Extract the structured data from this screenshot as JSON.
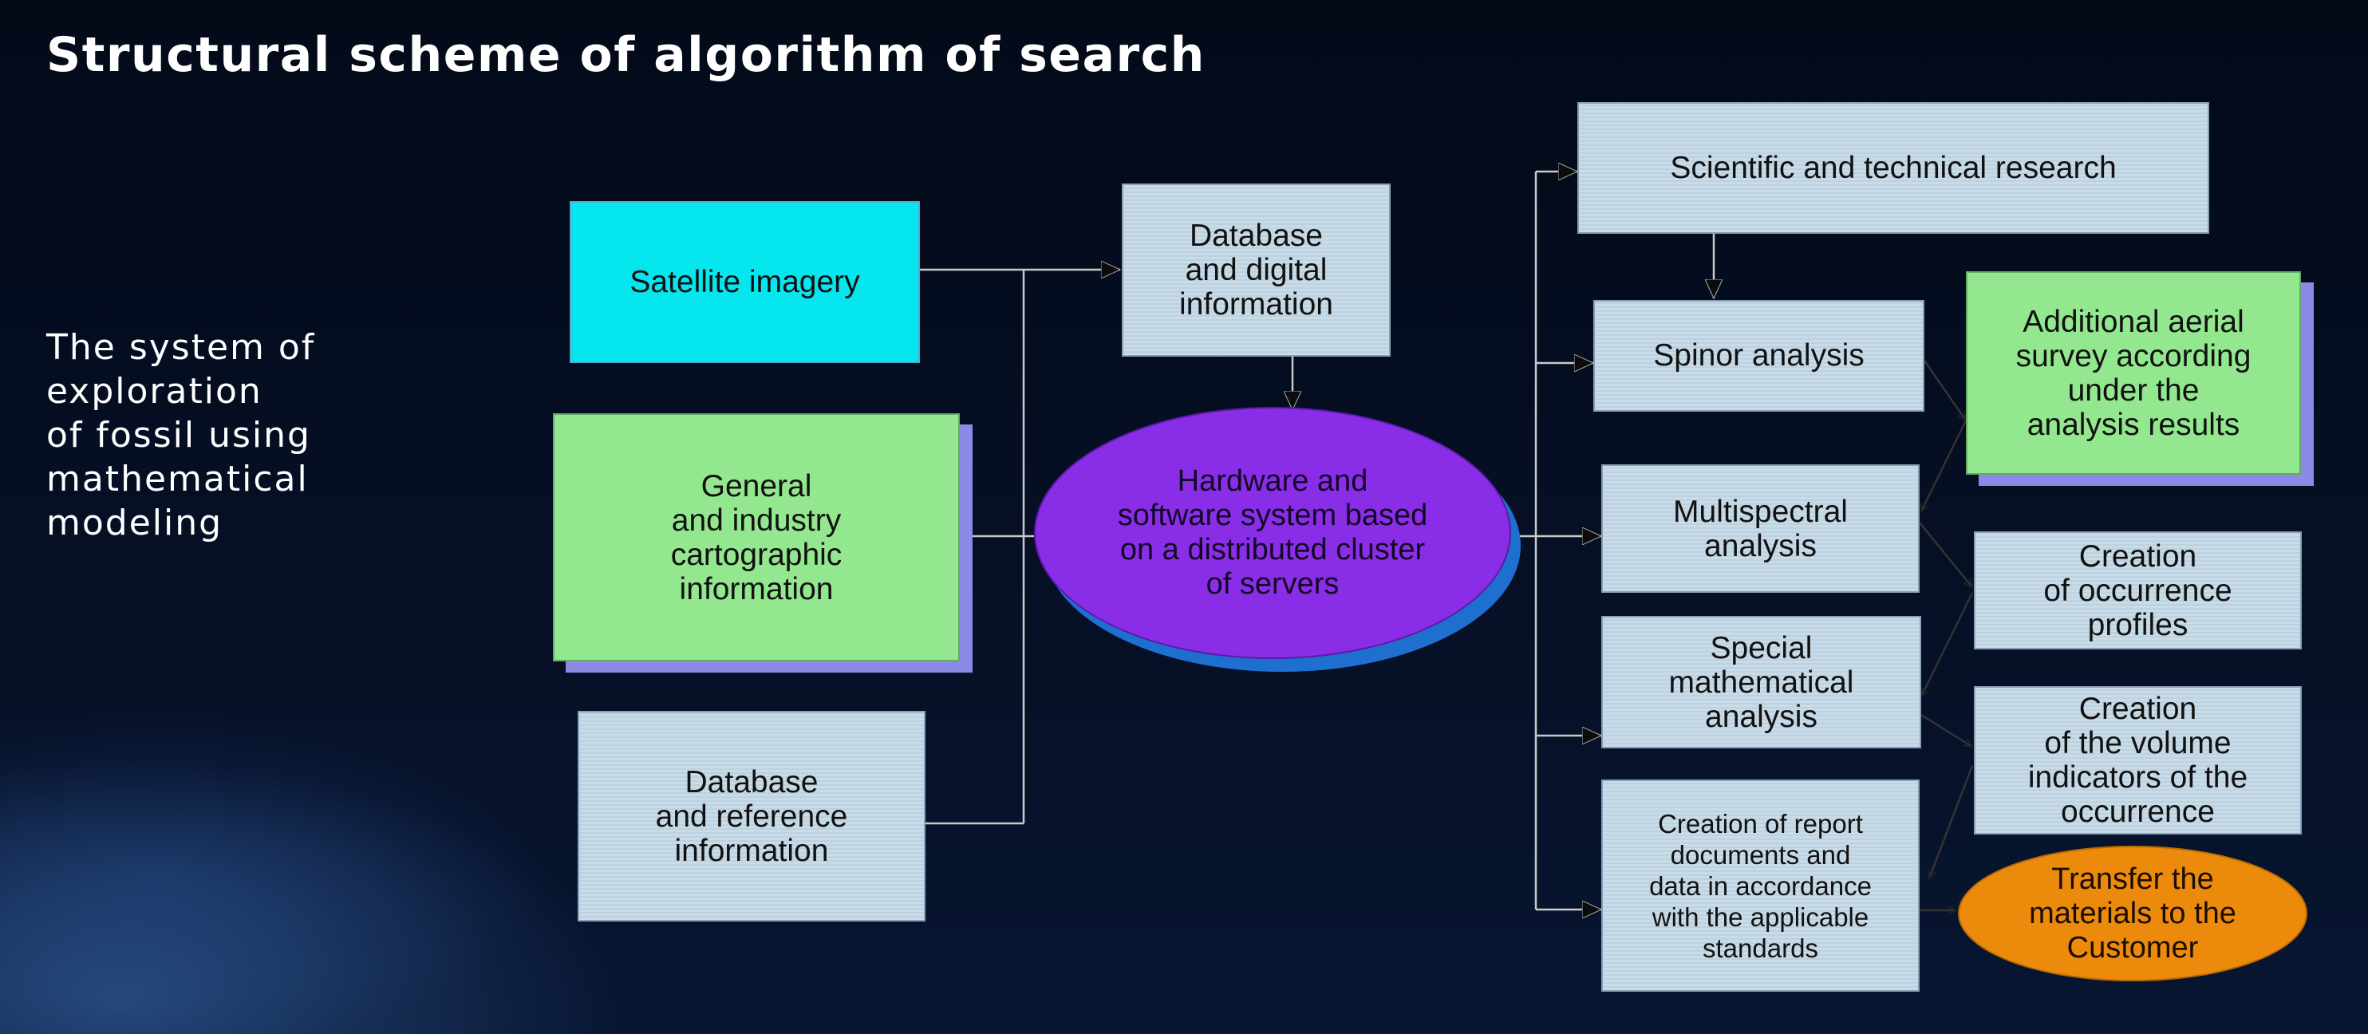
{
  "slide": {
    "title": "Structural scheme of algorithm of search",
    "subtitle": "The system of\nexploration\nof fossil using\nmathematical\nmodeling"
  },
  "diagram": {
    "sources": {
      "satellite": "Satellite imagery",
      "cartographic": "General\nand industry\ncartographic\n information",
      "reference": "Database\nand reference\ninformation"
    },
    "database_digital": "Database\nand  digital\ninformation",
    "core_system": "Hardware and\nsoftware system based\non a distributed cluster\nof servers",
    "outputs": {
      "scientific": "Scientific and technical research",
      "spinor": "Spinor analysis",
      "multispectral": "Multispectral\nanalysis",
      "special_math": "Special\nmathematical\nanalysis",
      "report": "Creation of report\ndocuments and\ndata in accordance\nwith the applicable\nstandards"
    },
    "results": {
      "aerial_survey": "Additional aerial\nsurvey according\nunder the\nanalysis results",
      "occurrence_profiles": "Creation\nof occurrence\nprofiles",
      "volume_indicators": "Creation\nof  the volume\nindicators of the\noccurrence",
      "transfer": "Transfer the\nmaterials to the\nCustomer"
    },
    "colors": {
      "cyan": "#05e6ee",
      "green": "#93e78e",
      "light_blue": "#c8dbe8",
      "purple": "#8a2de6",
      "orange": "#ec8a0c"
    }
  }
}
